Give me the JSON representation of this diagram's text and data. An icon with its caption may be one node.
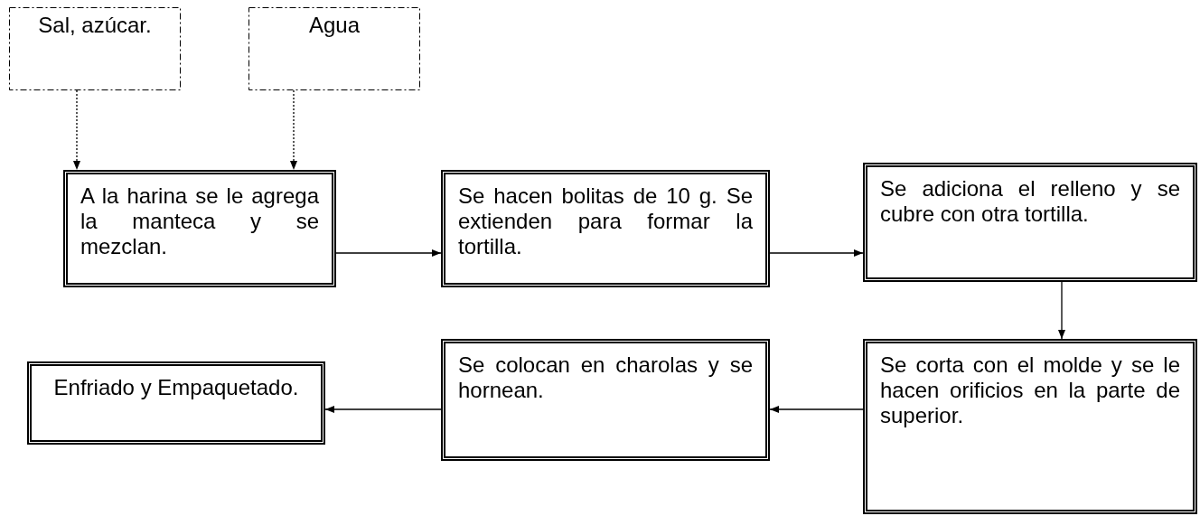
{
  "diagram": {
    "nodes": [
      {
        "text": [
          "Sal, azúcar."
        ]
      },
      {
        "text": [
          "Agua"
        ]
      },
      {
        "text": [
          "A la harina se le agrega la manteca y se mezclan."
        ]
      },
      {
        "text": [
          "Se hacen bolitas de 10 g. Se extienden para formar la tortilla."
        ]
      },
      {
        "text": [
          "Se adiciona el relleno y se cubre con otra tortilla."
        ]
      },
      {
        "text": [
          "Se corta con el molde y se le hacen orificios en la parte de superior."
        ]
      },
      {
        "text": [
          "Se colocan en charolas y se hornean."
        ]
      },
      {
        "text": [
          "Enfriado y Empaquetado."
        ]
      }
    ],
    "edges": [
      {
        "from": 0,
        "to": 2,
        "arrow": "to",
        "style": "dashed"
      },
      {
        "from": 1,
        "to": 2,
        "arrow": "to",
        "style": "dashed"
      },
      {
        "from": 2,
        "to": 3,
        "arrow": "to"
      },
      {
        "from": 3,
        "to": 4,
        "arrow": "to"
      },
      {
        "from": 4,
        "to": 5,
        "arrow": "to"
      },
      {
        "from": 5,
        "to": 6,
        "arrow": "to"
      },
      {
        "from": 6,
        "to": 7,
        "arrow": "to"
      }
    ]
  }
}
